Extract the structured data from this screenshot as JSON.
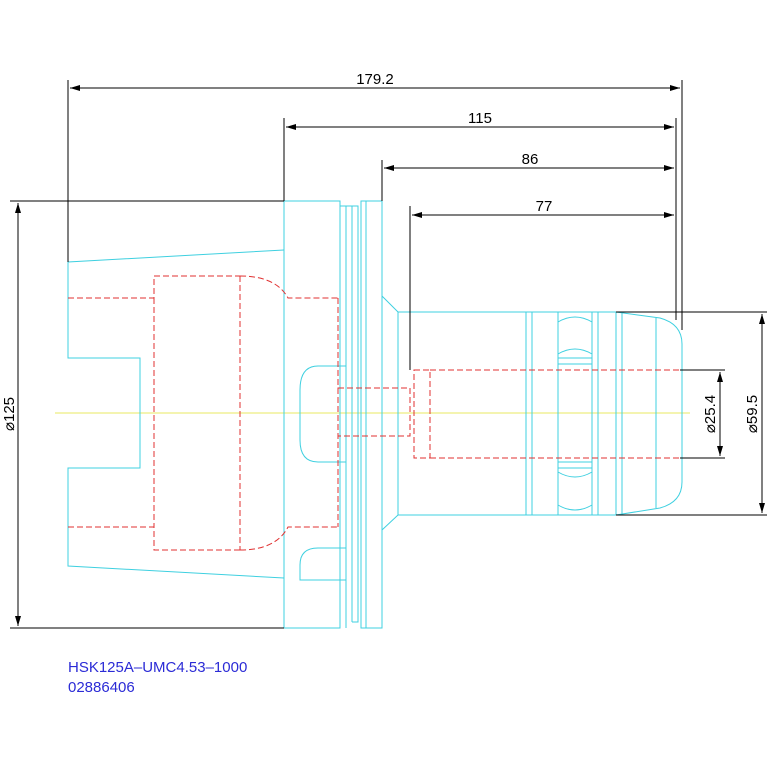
{
  "drawing": {
    "colors": {
      "outline": "#3fd0e0",
      "hidden": "#e03030",
      "centerline": "#e8e860",
      "dimension": "#000000",
      "caption": "#2b2bd6"
    },
    "dimensions": {
      "overall_length": "179.2",
      "flange_to_end": "115",
      "groove_to_end": "86",
      "bore_to_end": "77",
      "flange_diameter": "⌀125",
      "bore_diameter": "⌀25.4",
      "nose_diameter": "⌀59.5"
    }
  },
  "caption": {
    "line1": "HSK125A–UMC4.53–1000",
    "line2": "02886406"
  }
}
